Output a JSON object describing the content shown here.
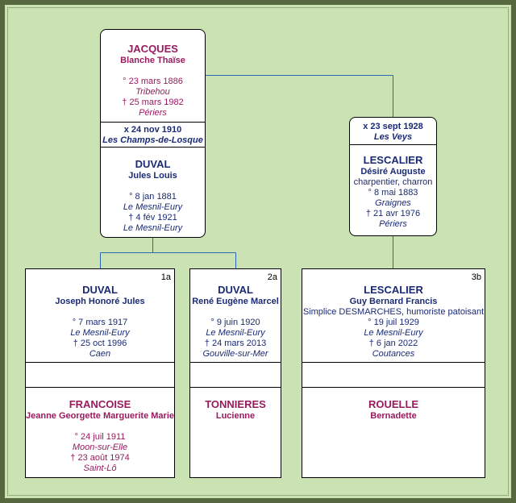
{
  "top_couple": {
    "wife": {
      "surname": "JACQUES",
      "given": "Blanche Thaïse",
      "birth_date": "° 23 mars 1886",
      "birth_place": "Tribehou",
      "death_date": "† 25 mars 1982",
      "death_place": "Périers"
    },
    "marriage": {
      "date": "x 24 nov 1910",
      "place": "Les Champs-de-Losque"
    },
    "husband": {
      "surname": "DUVAL",
      "given": "Jules Louis",
      "birth_date": "° 8 jan 1881",
      "birth_place": "Le Mesnil-Eury",
      "death_date": "† 4 fév 1921",
      "death_place": "Le Mesnil-Eury"
    }
  },
  "right_person": {
    "marriage": {
      "date": "x 23 sept 1928",
      "place": "Les Veys"
    },
    "surname": "LESCALIER",
    "given": "Désiré Auguste",
    "occupation": "charpentier, charron",
    "birth_date": "° 8 mai 1883",
    "birth_place": "Graignes",
    "death_date": "† 21 avr 1976",
    "death_place": "Périers"
  },
  "children": [
    {
      "badge": "1a",
      "surname": "DUVAL",
      "given": "Joseph Honoré Jules",
      "birth_date": "° 7 mars 1917",
      "birth_place": "Le Mesnil-Eury",
      "death_date": "† 25 oct 1996",
      "death_place": "Caen",
      "spouse": {
        "surname": "FRANCOISE",
        "given": "Jeanne Georgette Marguerite Marie",
        "birth_date": "° 24 juil 1911",
        "birth_place": "Moon-sur-Elle",
        "death_date": "† 23 août 1974",
        "death_place": "Saint-Lô"
      }
    },
    {
      "badge": "2a",
      "surname": "DUVAL",
      "given": "René Eugène Marcel",
      "birth_date": "° 9 juin 1920",
      "birth_place": "Le Mesnil-Eury",
      "death_date": "† 24 mars 2013",
      "death_place": "Gouville-sur-Mer",
      "spouse": {
        "surname": "TONNIERES",
        "given": "Lucienne"
      }
    },
    {
      "badge": "3b",
      "surname": "LESCALIER",
      "given": "Guy Bernard Francis",
      "note": "Simplice DESMARCHES, humoriste patoisant",
      "birth_date": "° 19 juil 1929",
      "birth_place": "Le Mesnil-Eury",
      "death_date": "† 6 jan 2022",
      "death_place": "Coutances",
      "spouse": {
        "surname": "ROUELLE",
        "given": "Bernadette"
      }
    }
  ]
}
